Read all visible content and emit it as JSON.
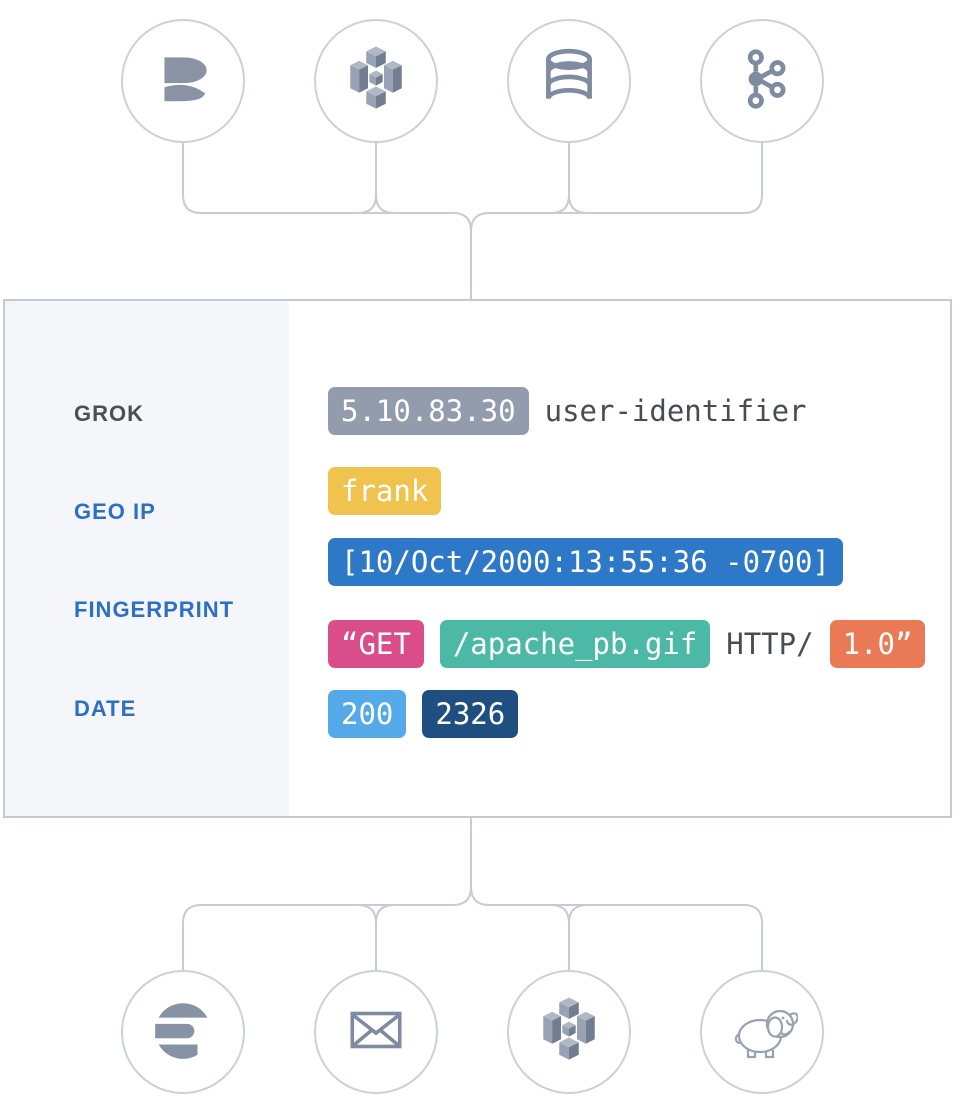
{
  "diagram": {
    "sources": [
      {
        "icon": "beats-icon",
        "name": "beats"
      },
      {
        "icon": "s3-bucket-icon",
        "name": "s3"
      },
      {
        "icon": "database-icon",
        "name": "database"
      },
      {
        "icon": "kafka-icon",
        "name": "kafka"
      }
    ],
    "filters": [
      {
        "label": "GROK",
        "style": "dark"
      },
      {
        "label": "GEO IP",
        "style": "blue"
      },
      {
        "label": "FINGERPRINT",
        "style": "blue"
      },
      {
        "label": "DATE",
        "style": "blue"
      }
    ],
    "log_rows": [
      {
        "tokens": [
          {
            "type": "badge",
            "name": "client-ip-token",
            "bg": "#939CAC",
            "text": "5.10.83.30"
          },
          {
            "type": "plain",
            "name": "ident-token",
            "text": "user-identifier"
          }
        ]
      },
      {
        "tokens": [
          {
            "type": "badge",
            "name": "auth-user-token",
            "bg": "#F0C34F",
            "text": "frank"
          }
        ]
      },
      {
        "tokens": [
          {
            "type": "badge",
            "name": "timestamp-token",
            "bg": "#2E78C8",
            "text": "[10/Oct/2000:13:55:36 -0700]"
          }
        ]
      },
      {
        "tokens": [
          {
            "type": "badge",
            "name": "http-method-token",
            "bg": "#D94E8A",
            "text": "“GET"
          },
          {
            "type": "badge",
            "name": "request-path-token",
            "bg": "#4CB8A6",
            "text": "/apache_pb.gif"
          },
          {
            "type": "plain",
            "name": "http-protocol-token",
            "text": "HTTP/"
          },
          {
            "type": "badge",
            "name": "http-version-token",
            "bg": "#E97A55",
            "text": "1.0”"
          }
        ]
      },
      {
        "tokens": [
          {
            "type": "badge",
            "name": "status-code-token",
            "bg": "#54A9E8",
            "text": "200"
          },
          {
            "type": "badge",
            "name": "response-bytes-token",
            "bg": "#1F4F80",
            "text": "2326"
          }
        ]
      }
    ],
    "outputs": [
      {
        "icon": "elasticsearch-icon",
        "name": "elasticsearch"
      },
      {
        "icon": "email-icon",
        "name": "email"
      },
      {
        "icon": "s3-bucket-icon",
        "name": "s3"
      },
      {
        "icon": "hadoop-elephant-icon",
        "name": "hadoop"
      }
    ],
    "colors": {
      "line": "#C6CBD5",
      "panel_border": "#C4CAD4",
      "sidebar_bg": "#F4F6F9",
      "icon_gray": "#8593A5",
      "icon_stroke": "#7E8BA0",
      "label_blue": "#2D6FC4",
      "label_dark": "#4A4F58",
      "plain_text": "#474C55"
    }
  }
}
